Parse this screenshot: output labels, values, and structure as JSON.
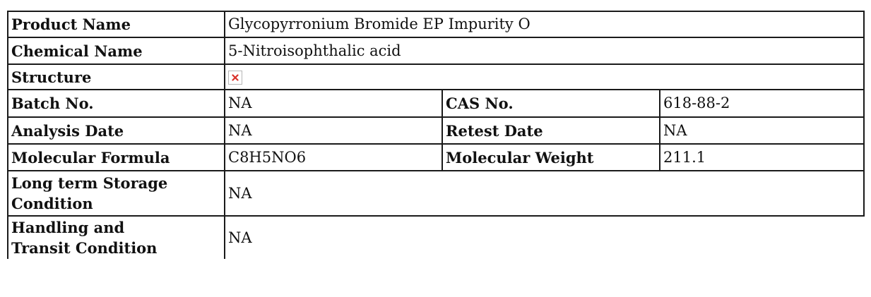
{
  "product": {
    "label": "Product Name",
    "value": "Glycopyrronium Bromide EP Impurity O"
  },
  "chemical": {
    "label": "Chemical Name",
    "value": "5-Nitroisophthalic acid"
  },
  "structure": {
    "label": "Structure",
    "icon": "broken-image-icon"
  },
  "batch": {
    "label": "Batch No.",
    "value": "NA"
  },
  "cas": {
    "label": "CAS No.",
    "value": "618-88-2"
  },
  "analysis": {
    "label": "Analysis Date",
    "value": "NA"
  },
  "retest": {
    "label": "Retest Date",
    "value": "NA"
  },
  "formula": {
    "label": "Molecular Formula",
    "value": "C8H5NO6"
  },
  "weight": {
    "label": "Molecular Weight",
    "value": "211.1"
  },
  "storage": {
    "label_line1": "Long term Storage",
    "label_line2": "Condition",
    "value": "NA"
  },
  "handling": {
    "label_line1": "Handling and",
    "label_line2": "Transit Condition",
    "value": "NA"
  },
  "colors": {
    "border": "#1a1a1a",
    "text": "#111111",
    "icon_x": "#d9322b"
  }
}
